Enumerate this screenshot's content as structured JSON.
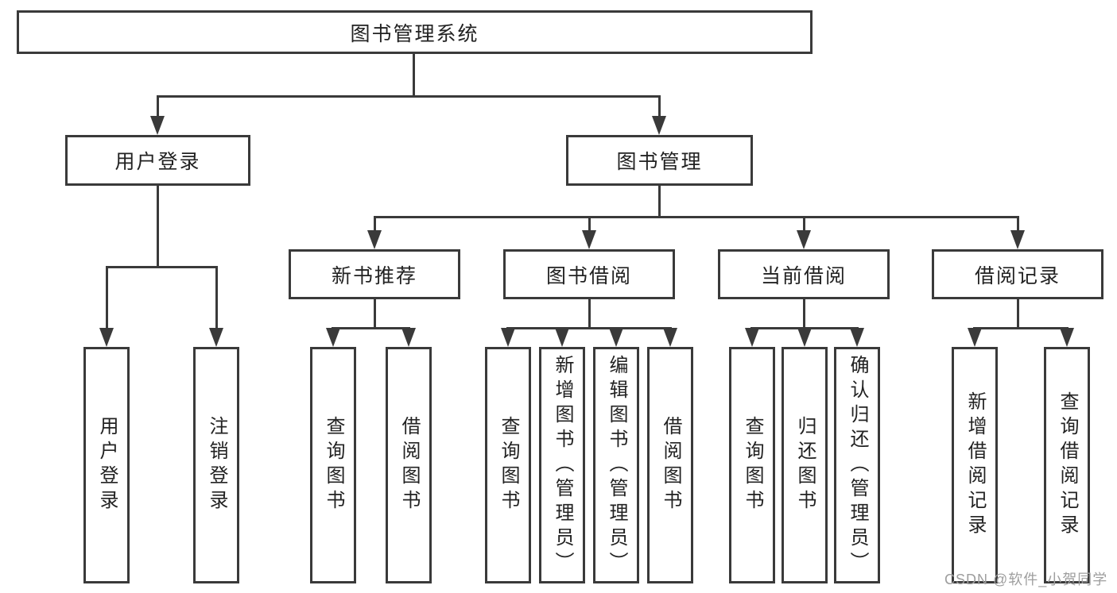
{
  "tree": {
    "label": "图书管理系统",
    "children": [
      {
        "label": "用户登录",
        "children": [
          {
            "label": "用户登录"
          },
          {
            "label": "注销登录"
          }
        ]
      },
      {
        "label": "图书管理",
        "children": [
          {
            "label": "新书推荐",
            "children": [
              {
                "label": "查询图书"
              },
              {
                "label": "借阅图书"
              }
            ]
          },
          {
            "label": "图书借阅",
            "children": [
              {
                "label": "查询图书"
              },
              {
                "label": "新增图书（管理员）"
              },
              {
                "label": "编辑图书（管理员）"
              },
              {
                "label": "借阅图书"
              }
            ]
          },
          {
            "label": "当前借阅",
            "children": [
              {
                "label": "查询图书"
              },
              {
                "label": "归还图书"
              },
              {
                "label": "确认归还（管理员）"
              }
            ]
          },
          {
            "label": "借阅记录",
            "children": [
              {
                "label": "新增借阅记录"
              },
              {
                "label": "查询借阅记录"
              }
            ]
          }
        ]
      }
    ]
  },
  "watermark": "CSDN @软件_小贺同学",
  "colors": {
    "line": "#3a3a3a",
    "text": "#222222",
    "watermark": "#9e9e9e",
    "background": "#ffffff"
  }
}
